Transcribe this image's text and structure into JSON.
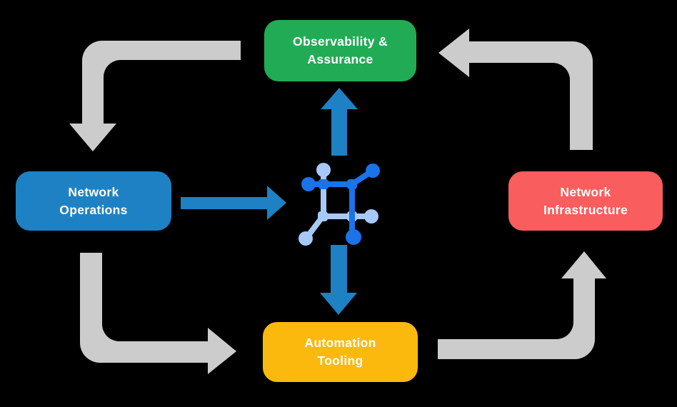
{
  "background_color": "#000000",
  "boxes": {
    "observability": {
      "line1": "Observability &",
      "line2": "Assurance",
      "color": "#22AB55"
    },
    "operations": {
      "line1": "Network",
      "line2": "Operations",
      "color": "#1E81C4"
    },
    "infrastructure": {
      "line1": "Network",
      "line2": "Infrastructure",
      "color": "#F95D5D"
    },
    "automation": {
      "line1": "Automation",
      "line2": "Tooling",
      "color": "#FBB90D"
    }
  },
  "center_icon": {
    "name": "network-automation-icon",
    "dark_color": "#1A73E8",
    "light_color": "#A6C9F8"
  },
  "arrows": {
    "gray_color": "#CCCCCC",
    "blue_color": "#1E81C4",
    "cycle": [
      {
        "from": "Observability & Assurance",
        "to": "Network Operations"
      },
      {
        "from": "Network Operations",
        "to": "Automation Tooling"
      },
      {
        "from": "Automation Tooling",
        "to": "Network Infrastructure"
      },
      {
        "from": "Network Infrastructure",
        "to": "Observability & Assurance"
      }
    ],
    "center_links": [
      {
        "from": "Network Operations",
        "to": "center-icon"
      },
      {
        "from": "center-icon",
        "to": "Observability & Assurance"
      },
      {
        "from": "center-icon",
        "to": "Automation Tooling"
      }
    ]
  }
}
